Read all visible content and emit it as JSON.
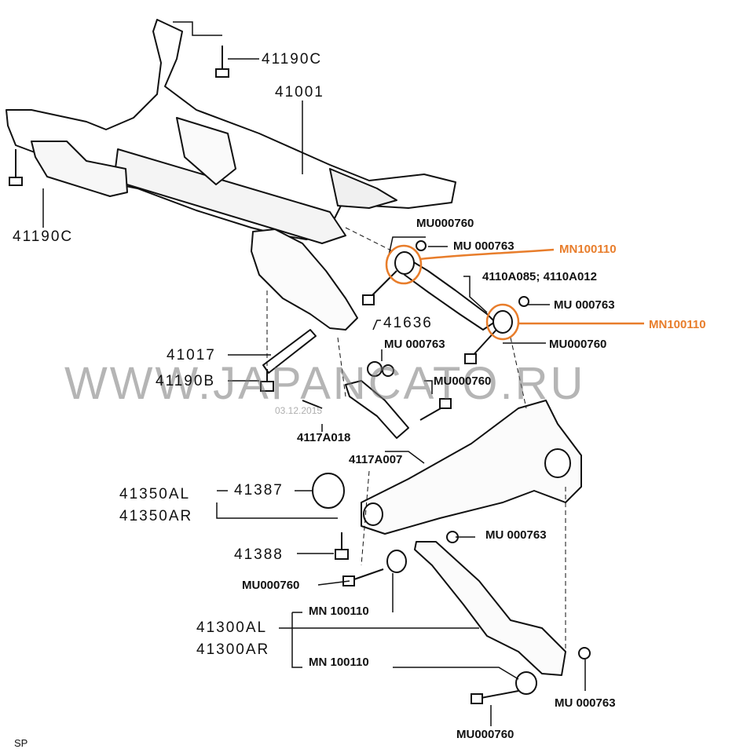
{
  "labels": {
    "p41190c_top": "41190C",
    "p41001": "41001",
    "p41190c_left": "41190C",
    "mu000760_a": "MU000760",
    "mu000763_a": "MU 000763",
    "mn100110_a": "MN100110",
    "p4110a085": "4110A085; 4110A012",
    "mu000763_b": "MU 000763",
    "mn100110_b": "MN100110",
    "mu000760_b": "MU000760",
    "p41636": "41636",
    "mu000763_c": "MU 000763",
    "p41017": "41017",
    "p41190b": "41190B",
    "mu000760_c": "MU000760",
    "p4117a018": "4117A018",
    "p4117a007": "4117A007",
    "p41350al": "41350AL",
    "p41350ar": "41350AR",
    "p41387": "41387",
    "mu000763_d": "MU 000763",
    "p41388": "41388",
    "mu000760_d": "MU000760",
    "mn100110_c": "MN 100110",
    "p41300al": "41300AL",
    "p41300ar": "41300AR",
    "mn100110_d": "MN 100110",
    "mu000763_e": "MU 000763",
    "mu000760_e": "MU000760",
    "corner": "SP"
  },
  "watermark": {
    "text": "WWW.JAPANCATO.RU",
    "date": "03.12.2015"
  },
  "colors": {
    "ink": "#111111",
    "highlight": "#e87d2b",
    "watermark": "#8c8c8c"
  }
}
